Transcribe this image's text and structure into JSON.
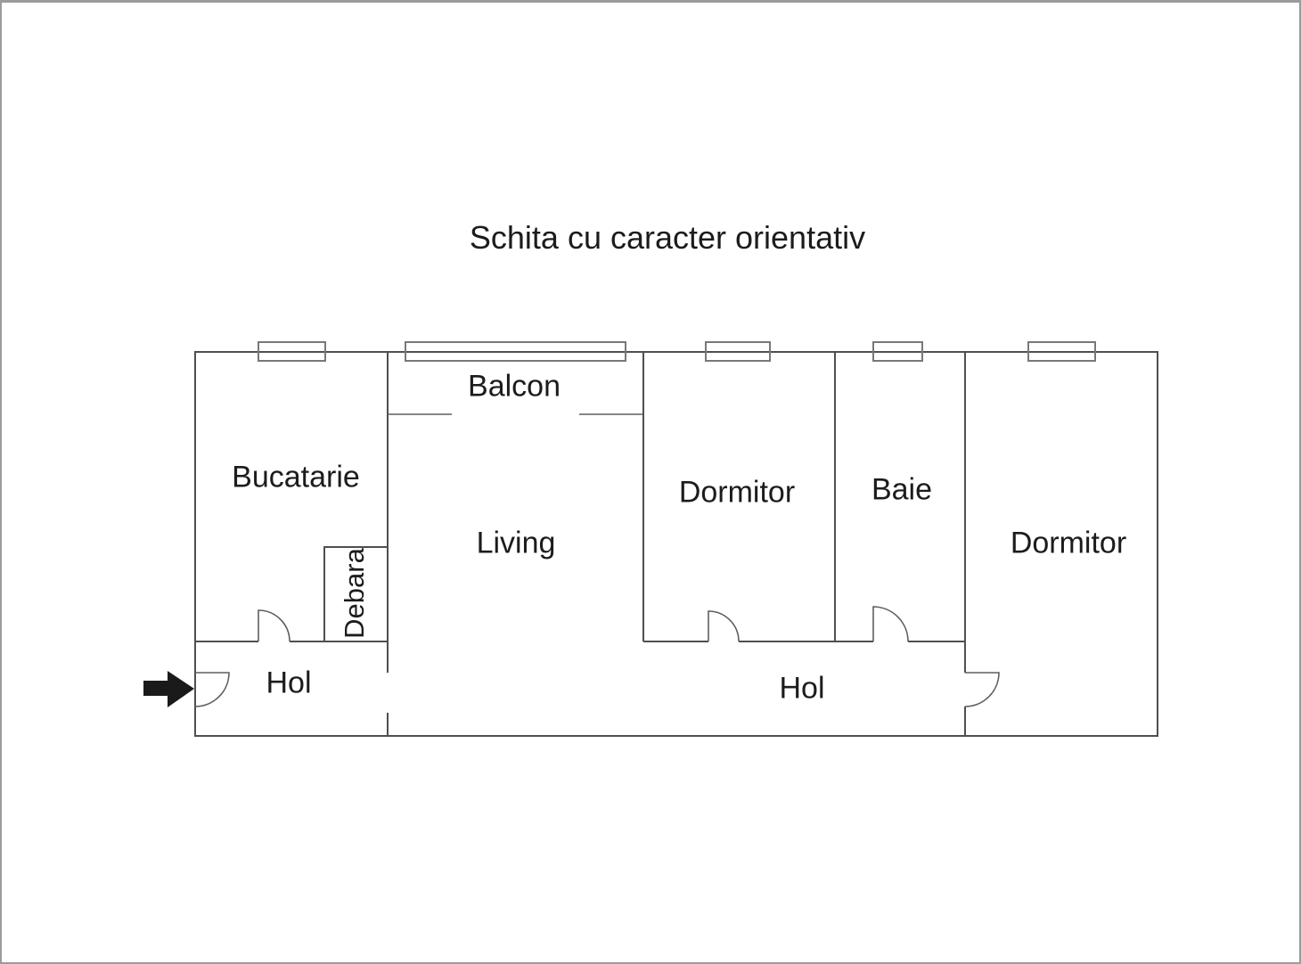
{
  "title": "Schita cu caracter orientativ",
  "rooms": {
    "bucatarie": {
      "label": "Bucatarie"
    },
    "balcon": {
      "label": "Balcon"
    },
    "living": {
      "label": "Living"
    },
    "dormitor1": {
      "label": "Dormitor"
    },
    "baie": {
      "label": "Baie"
    },
    "dormitor2": {
      "label": "Dormitor"
    },
    "debara": {
      "label": "Debara"
    },
    "hol_left": {
      "label": "Hol"
    },
    "hol_right": {
      "label": "Hol"
    }
  },
  "icons": {
    "entrance_arrow": "right-arrow"
  },
  "colors": {
    "wall": "#4f4f4f",
    "thin_line": "#5f5f5f",
    "window": "#787878",
    "text": "#1c1c1c",
    "arrow": "#1a1a1a",
    "frame": "#9b9b9b",
    "background": "#ffffff"
  }
}
